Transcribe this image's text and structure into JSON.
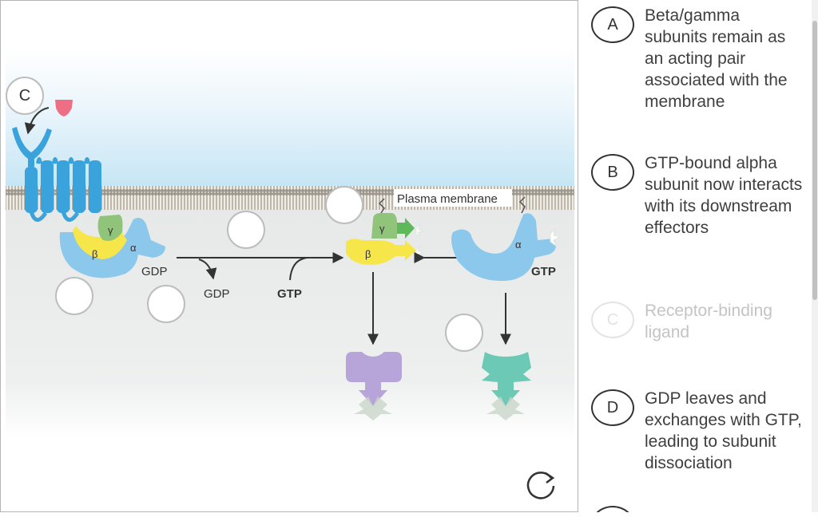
{
  "diagram": {
    "labels": {
      "plasma_membrane": "Plasma membrane",
      "gdp_bound": "GDP",
      "gdp_released": "GDP",
      "gtp_incoming": "GTP",
      "gtp_bound": "GTP",
      "alpha_1": "α",
      "beta_1": "β",
      "gamma_1": "γ",
      "beta_2": "β",
      "gamma_2": "γ",
      "alpha_2": "α"
    },
    "colors": {
      "receptor": "#3aa3dc",
      "alpha_subunit": "#8cc8ec",
      "beta_subunit": "#f6e64a",
      "gamma_subunit": "#8fc47a",
      "ligand": "#ee6f84",
      "effector_purple": "#b7a5d9",
      "effector_teal": "#6cc9b6",
      "membrane_sky": "#cfe9f7"
    },
    "drop_targets": [
      {
        "id": "c",
        "label": "C"
      },
      {
        "id": "t2",
        "label": ""
      },
      {
        "id": "t3",
        "label": ""
      },
      {
        "id": "t4",
        "label": ""
      },
      {
        "id": "t5",
        "label": ""
      },
      {
        "id": "t6",
        "label": ""
      }
    ]
  },
  "options": [
    {
      "letter": "A",
      "text": "Beta/gamma subunits remain as an acting pair associated with the membrane",
      "used": false
    },
    {
      "letter": "B",
      "text": "GTP-bound alpha subunit now interacts with its downstream effectors",
      "used": false
    },
    {
      "letter": "C",
      "text": "Receptor-binding ligand",
      "used": true
    },
    {
      "letter": "D",
      "text": "GDP leaves and exchanges with GTP, leading to subunit dissociation",
      "used": false
    }
  ],
  "controls": {
    "reset_icon": "reset-icon"
  }
}
